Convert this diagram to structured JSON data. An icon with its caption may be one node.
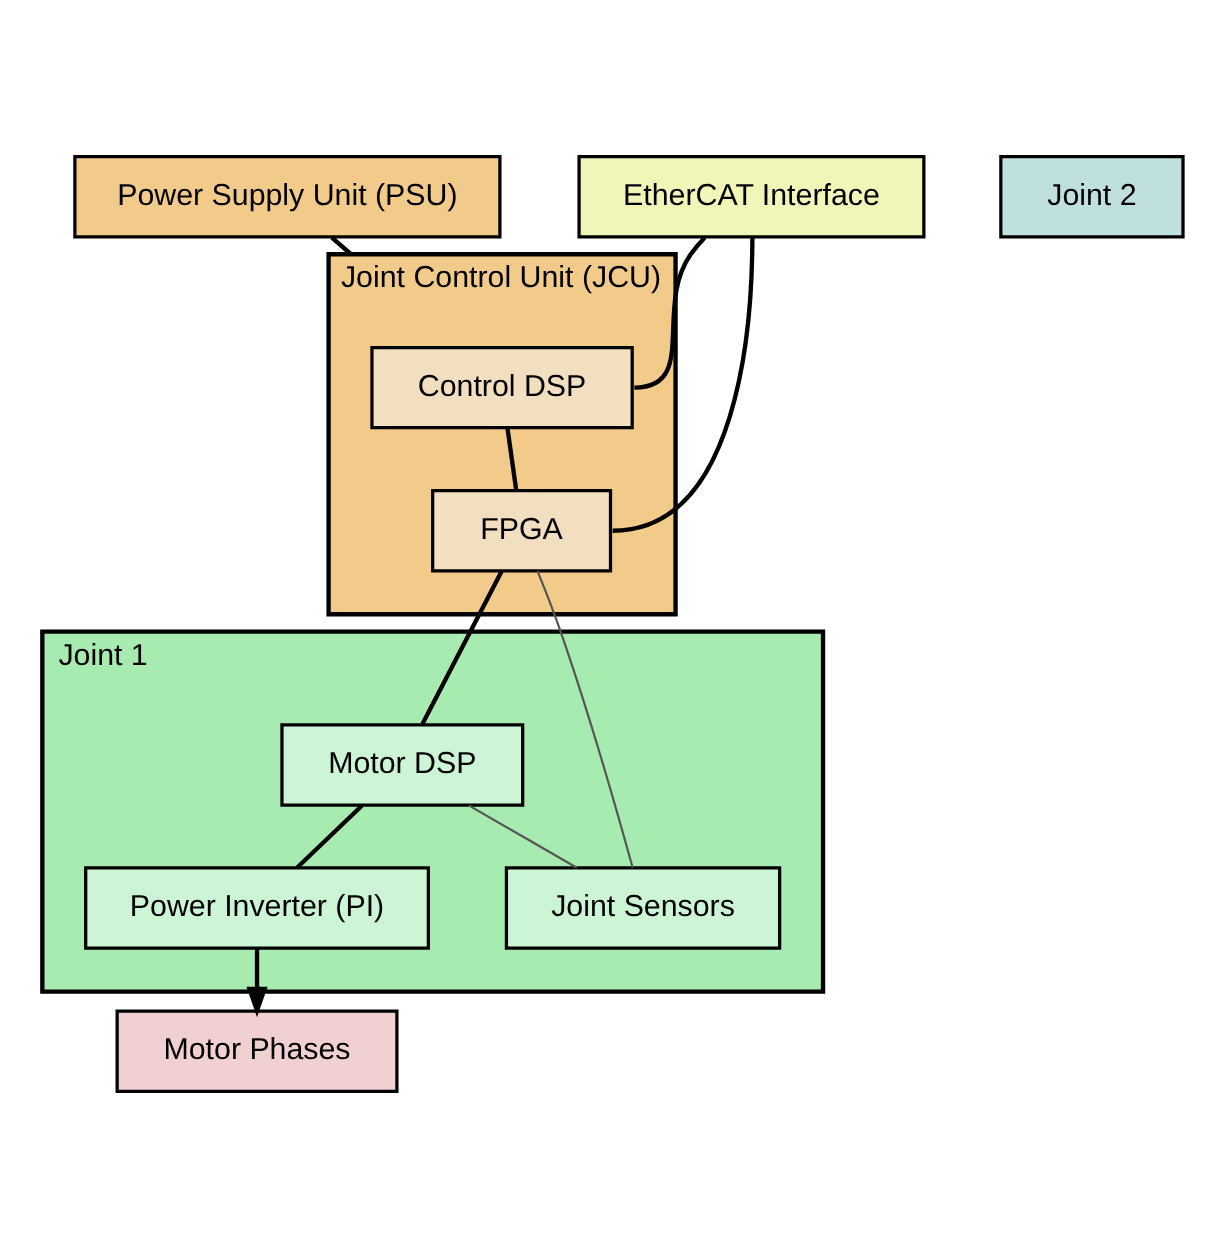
{
  "diagram": {
    "nodes": [
      {
        "text": [
          "Power Supply Unit (PSU)"
        ]
      },
      {
        "text": [
          "Joint Control Unit (JCU)"
        ]
      },
      {
        "text": [
          "Control DSP"
        ],
        "in": 1
      },
      {
        "text": [
          "FPGA"
        ],
        "in": 1
      },
      {
        "text": [
          "EtherCAT Interface"
        ]
      },
      {
        "text": [
          "Joint 2"
        ]
      },
      {
        "text": [
          "Joint 1"
        ]
      },
      {
        "text": [
          "Motor DSP"
        ],
        "in": 6
      },
      {
        "text": [
          "Power Inverter (PI)"
        ],
        "in": 6
      },
      {
        "text": [
          "Joint Sensors"
        ],
        "in": 6
      },
      {
        "text": [
          "Motor Phases"
        ]
      }
    ],
    "edges": [
      {
        "from": 0,
        "to": 1,
        "arrow": "none"
      },
      {
        "from": 4,
        "to": 2,
        "arrow": "none"
      },
      {
        "from": 4,
        "to": 3,
        "arrow": "none"
      },
      {
        "from": 2,
        "to": 3,
        "arrow": "none"
      },
      {
        "from": 3,
        "to": 9,
        "arrow": "none",
        "color": "#555555"
      },
      {
        "from": 3,
        "to": 7,
        "arrow": "none"
      },
      {
        "from": 7,
        "to": 8,
        "arrow": "none"
      },
      {
        "from": 8,
        "to": 10,
        "arrow": "to"
      },
      {
        "from": 7,
        "to": 9,
        "arrow": "none",
        "color": "#555555"
      }
    ]
  }
}
